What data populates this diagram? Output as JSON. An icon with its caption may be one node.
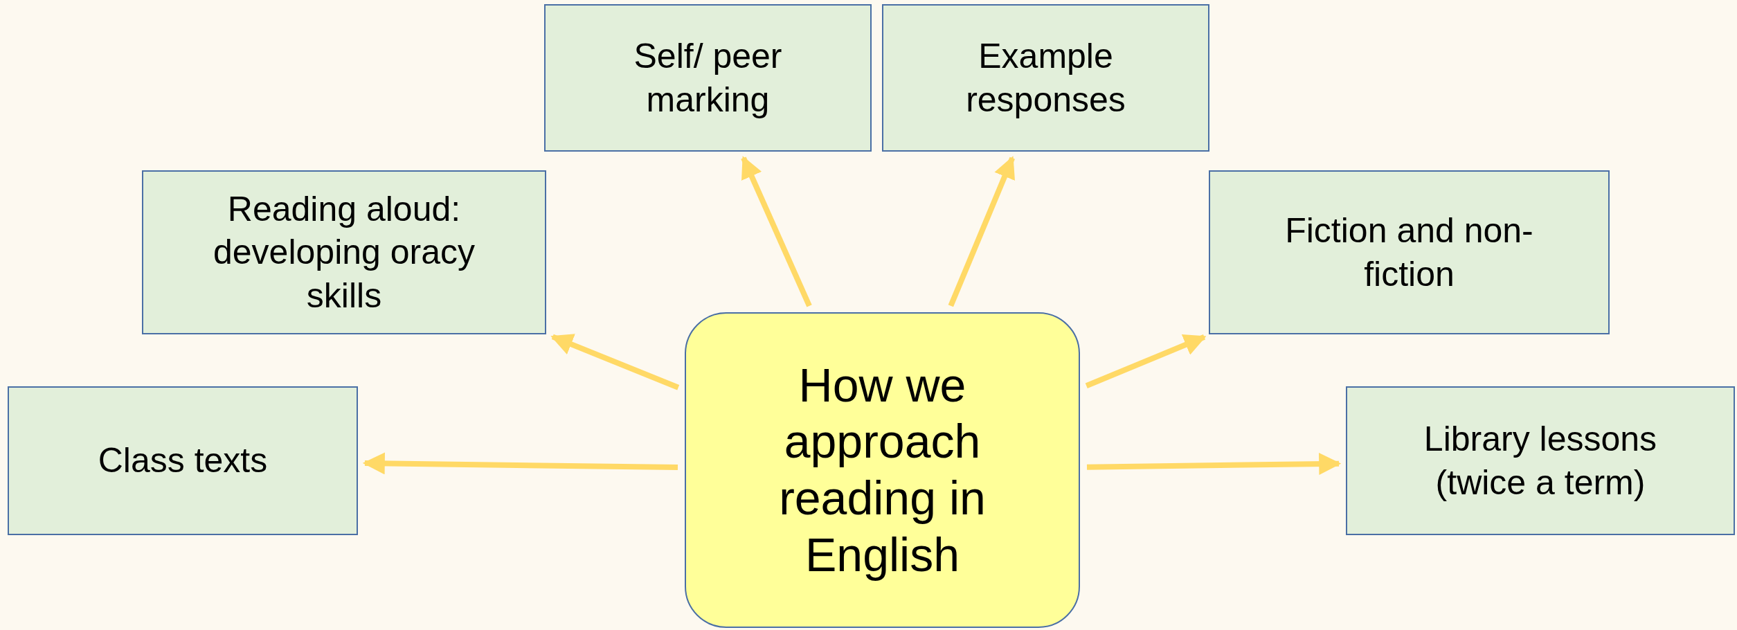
{
  "diagram": {
    "nodes": [
      {
        "text": [
          "How we approach reading in English"
        ]
      },
      {
        "text": [
          "Self/ peer marking"
        ]
      },
      {
        "text": [
          "Example responses"
        ]
      },
      {
        "text": [
          "Reading aloud: developing oracy skills"
        ]
      },
      {
        "text": [
          "Fiction and non-fiction"
        ]
      },
      {
        "text": [
          "Class texts"
        ]
      },
      {
        "text": [
          "Library lessons (twice a term)"
        ]
      }
    ],
    "edges": [
      {
        "from": 0,
        "to": 1,
        "arrow": "to"
      },
      {
        "from": 0,
        "to": 2,
        "arrow": "to"
      },
      {
        "from": 0,
        "to": 3,
        "arrow": "to"
      },
      {
        "from": 0,
        "to": 4,
        "arrow": "to"
      },
      {
        "from": 0,
        "to": 5,
        "arrow": "to"
      },
      {
        "from": 0,
        "to": 6,
        "arrow": "to"
      }
    ]
  }
}
